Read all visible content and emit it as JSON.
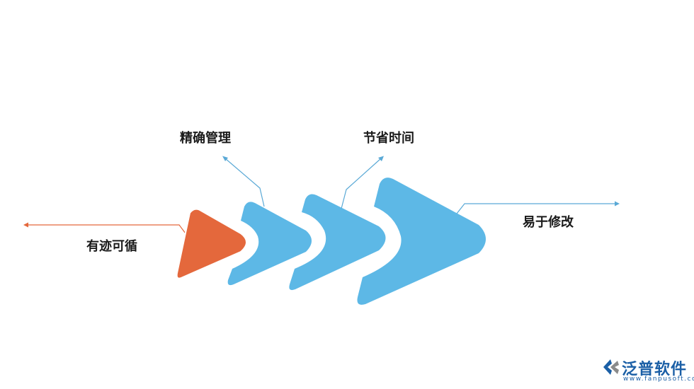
{
  "labels": {
    "left": "有迹可循",
    "top_first": "精确管理",
    "top_second": "节省时间",
    "right": "易于修改"
  },
  "logo": {
    "name": "泛普软件",
    "url": "www.fanpusoft.com"
  },
  "colors": {
    "orange": "#E4683C",
    "blue": "#5DB8E6",
    "line_blue": "#5AA9D6",
    "line_orange": "#E4683C"
  }
}
